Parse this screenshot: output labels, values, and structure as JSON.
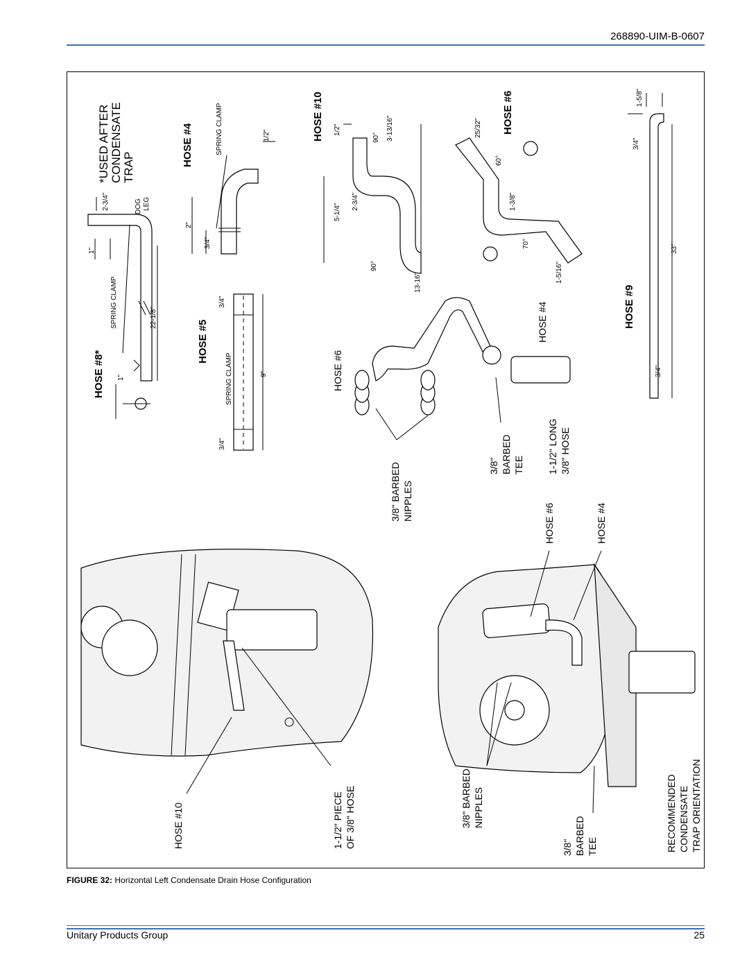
{
  "header": {
    "doc_id": "268890-UIM-B-0607"
  },
  "figure": {
    "labels": {
      "hose8": "HOSE #8*",
      "used_after_1": "*USED AFTER",
      "used_after_2": "CONDENSATE",
      "used_after_3": "TRAP",
      "hose4_top": "HOSE #4",
      "hose10_top": "HOSE #10",
      "hose6_top": "HOSE #6",
      "hose5": "HOSE #5",
      "hose9": "HOSE #9",
      "spring_clamp_a": "SPRING CLAMP",
      "spring_clamp_b": "SPRING CLAMP",
      "spring_clamp_c": "SPRING CLAMP",
      "dog_leg_1": "DOG",
      "dog_leg_2": "LEG",
      "asm_hose6": "HOSE #6",
      "asm_hose4": "HOSE #4",
      "asm_nipples_1": "3/8\" BARBED",
      "asm_nipples_2": "NIPPLES",
      "asm_tee_1": "3/8\"",
      "asm_tee_2": "BARBED",
      "asm_tee_3": "TEE",
      "asm_long_1": "1-1/2\"  LONG",
      "asm_long_2": "3/8\"  HOSE",
      "photo1_hose10": "HOSE #10",
      "photo1_piece_1": "1-1/2\" PIECE",
      "photo1_piece_2": "OF 3/8\" HOSE",
      "photo2_hose6": "HOSE #6",
      "photo2_hose4": "HOSE #4",
      "photo2_nipples_1": "3/8\" BARBED",
      "photo2_nipples_2": "NIPPLES",
      "photo2_tee_1": "3/8\"",
      "photo2_tee_2": "BARBED",
      "photo2_tee_3": "TEE",
      "rec_1": "RECOMMENDED",
      "rec_2": "CONDENSATE",
      "rec_3": "TRAP ORIENTATION"
    },
    "dims": {
      "h8_1in_a": "1\"",
      "h8_1in_b": "1\"",
      "h8_2_3_4": "2-3/4\"",
      "h8_22_1_8": "22-1/8\"",
      "h4_2in": "2\"",
      "h4_3_4": "3/4\"",
      "h4_1_2": "1/2\"",
      "h5_3_4_a": "3/4\"",
      "h5_3_4_b": "3/4\"",
      "h5_9in": "9\"",
      "h10_1_2": "1/2\"",
      "h10_3_13_16": "3-13/16\"",
      "h10_5_1_4": "5-1/4\"",
      "h10_2_3_4": "2-3/4\"",
      "h10_90a": "90°",
      "h10_90b": "90°",
      "h10_13_16": "13-16\"",
      "h6_25_32": "25/32\"",
      "h6_60": "60°",
      "h6_1_3_8": "1-3/8\"",
      "h6_70": "70°",
      "h6_1_5_16": "1-5/16\"",
      "h9_1_5_8": "1-5/8\"",
      "h9_3_4_a": "3/4\"",
      "h9_33in": "33\"",
      "h9_3_4_b": "3/4\""
    }
  },
  "caption": {
    "label": "FIGURE 32:",
    "text": "Horizontal Left Condensate Drain Hose Configuration"
  },
  "footer": {
    "company": "Unitary Products Group",
    "page": "25"
  }
}
